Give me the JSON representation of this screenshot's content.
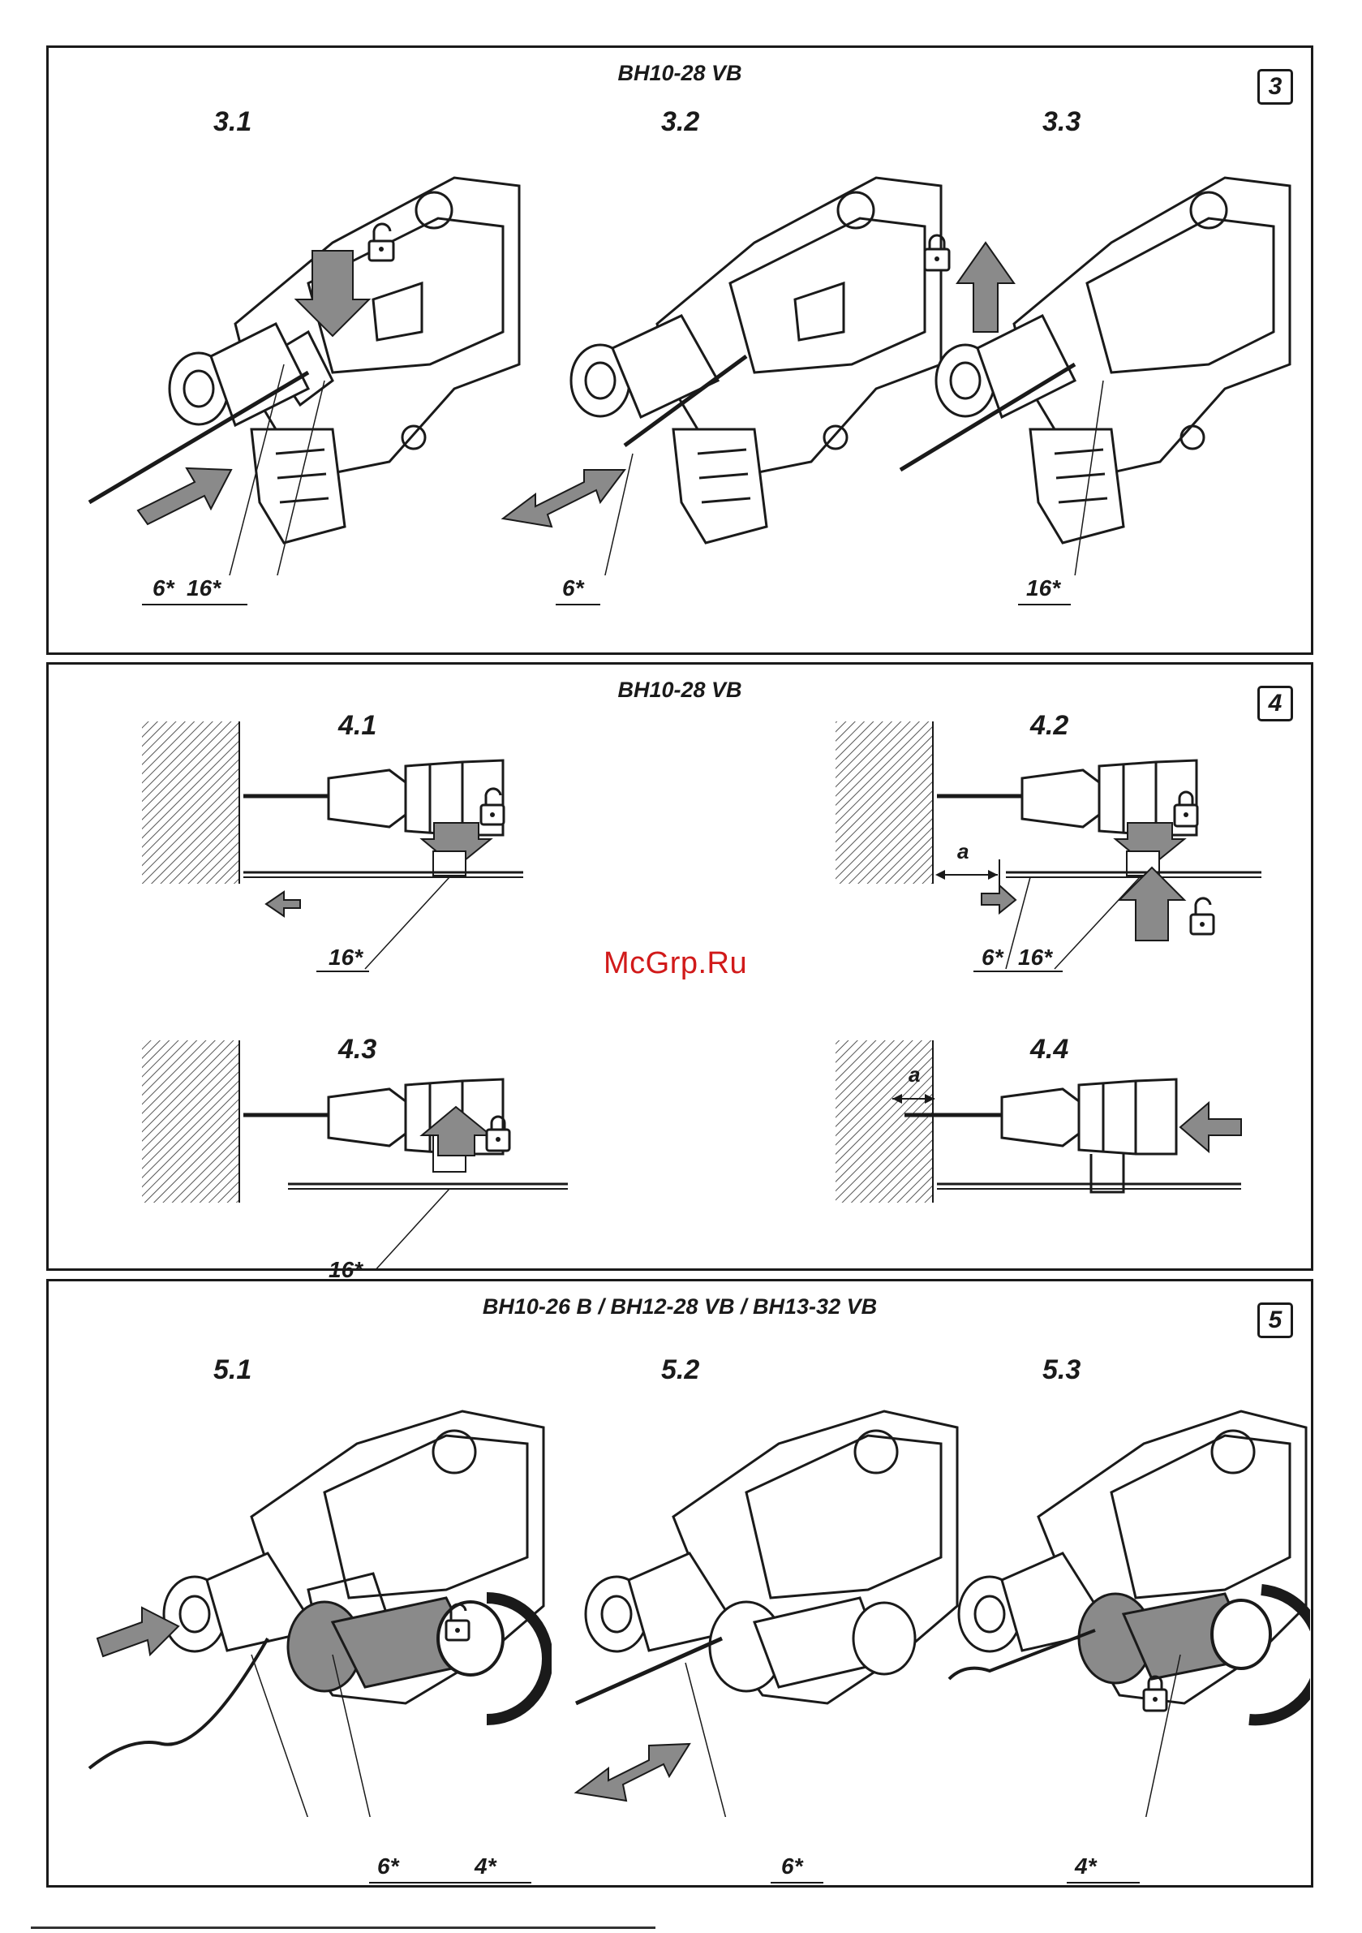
{
  "panel3": {
    "model": "BH10-28 VB",
    "number": "3",
    "steps": [
      "3.1",
      "3.2",
      "3.3"
    ],
    "callouts": {
      "c31a": "6*",
      "c31b": "16*",
      "c32": "6*",
      "c33": "16*"
    }
  },
  "panel4": {
    "model": "BH10-28 VB",
    "number": "4",
    "steps": [
      "4.1",
      "4.2",
      "4.3",
      "4.4"
    ],
    "dimension_label": "a",
    "callouts": {
      "c41": "16*",
      "c42a": "6*",
      "c42b": "16*",
      "c43": "16*"
    }
  },
  "panel5": {
    "model": "BH10-26 B / BH12-28 VB / BH13-32 VB",
    "number": "5",
    "steps": [
      "5.1",
      "5.2",
      "5.3"
    ],
    "callouts": {
      "c51a": "6*",
      "c51b": "4*",
      "c52": "6*",
      "c53": "4*"
    }
  },
  "watermark": "McGrp.Ru",
  "icons": [
    "lock-open-icon",
    "lock-closed-icon",
    "push-arrow-icon",
    "double-arrow-icon"
  ]
}
